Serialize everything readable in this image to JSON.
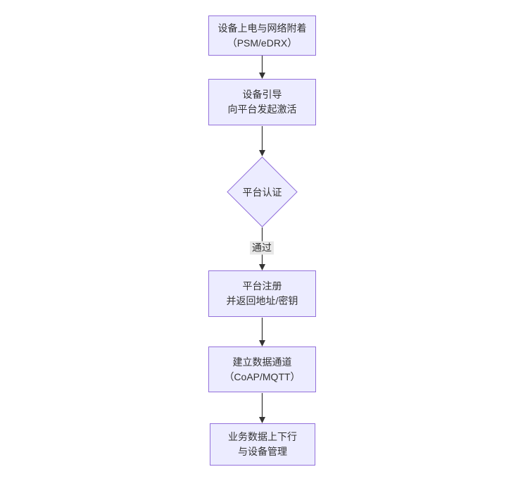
{
  "diagram": {
    "type": "flowchart",
    "direction": "top-down",
    "nodes": [
      {
        "id": "A",
        "shape": "rect",
        "lines": [
          "设备上电与网络附着",
          "（PSM/eDRX）"
        ]
      },
      {
        "id": "B",
        "shape": "rect",
        "lines": [
          "设备引导",
          "向平台发起激活"
        ]
      },
      {
        "id": "C",
        "shape": "diamond",
        "lines": [
          "平台认证"
        ]
      },
      {
        "id": "D",
        "shape": "rect",
        "lines": [
          "平台注册",
          "并返回地址/密钥"
        ]
      },
      {
        "id": "E",
        "shape": "rect",
        "lines": [
          "建立数据通道",
          "（CoAP/MQTT）"
        ]
      },
      {
        "id": "F",
        "shape": "rect",
        "lines": [
          "业务数据上下行",
          "与设备管理"
        ]
      }
    ],
    "edges": [
      {
        "from": "A",
        "to": "B",
        "label": ""
      },
      {
        "from": "B",
        "to": "C",
        "label": ""
      },
      {
        "from": "C",
        "to": "D",
        "label": "通过"
      },
      {
        "from": "D",
        "to": "E",
        "label": ""
      },
      {
        "from": "E",
        "to": "F",
        "label": ""
      }
    ],
    "colors": {
      "background": "#ffffff",
      "node_fill": "#ECECFF",
      "node_border": "#9370DB",
      "text": "#333333",
      "edge": "#333333",
      "edge_label_bg": "#e8e8e8"
    }
  }
}
